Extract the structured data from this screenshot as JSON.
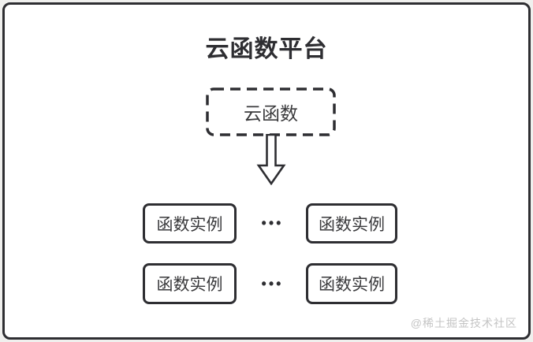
{
  "diagram": {
    "title": "云函数平台",
    "source_node": {
      "label": "云函数",
      "style": "dashed-border"
    },
    "connector": {
      "icon": "down-arrow-icon",
      "direction": "down"
    },
    "instance_rows": [
      {
        "left": "函数实例",
        "dots": "•••",
        "right": "函数实例"
      },
      {
        "left": "函数实例",
        "dots": "•••",
        "right": "函数实例"
      }
    ]
  },
  "watermark": "@稀土掘金技术社区",
  "colors": {
    "ink": "#2e2e32",
    "text": "#3a3a3c",
    "watermark": "#c4c4c4",
    "canvas": "#ffffff",
    "page": "#f0f0ee"
  }
}
